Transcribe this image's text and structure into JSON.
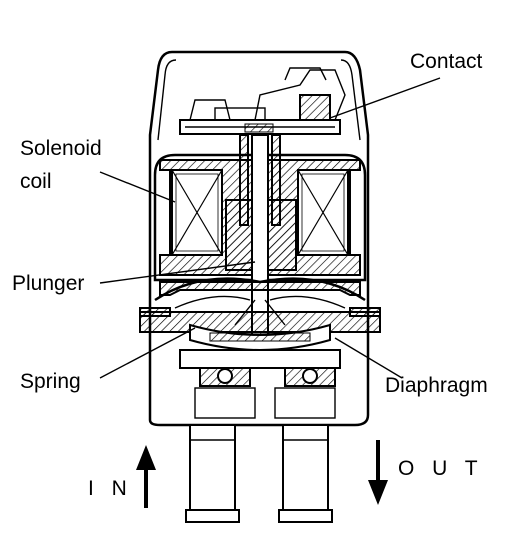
{
  "labels": {
    "contact": "Contact",
    "solenoid_line1": "Solenoid",
    "solenoid_line2": "coil",
    "plunger": "Plunger",
    "spring": "Spring",
    "diaphragm": "Diaphragm",
    "in": "I N",
    "out": "O U T"
  }
}
